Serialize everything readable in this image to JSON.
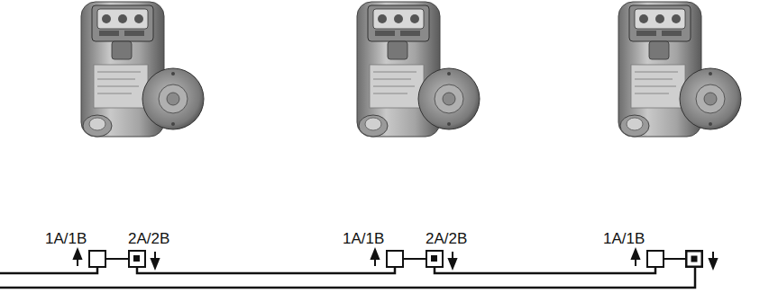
{
  "diagram": {
    "nodes": [
      {
        "text": [
          "1A/1B"
        ]
      },
      {
        "text": [
          "2A/2B"
        ]
      },
      {
        "text": [
          "1A/1B"
        ]
      },
      {
        "text": [
          "2A/2B"
        ]
      },
      {
        "text": [
          "1A/1B"
        ]
      }
    ],
    "edges": [
      {
        "from": 1,
        "to": 2,
        "arrow": "none"
      },
      {
        "from": 3,
        "to": 4,
        "arrow": "none"
      }
    ]
  }
}
